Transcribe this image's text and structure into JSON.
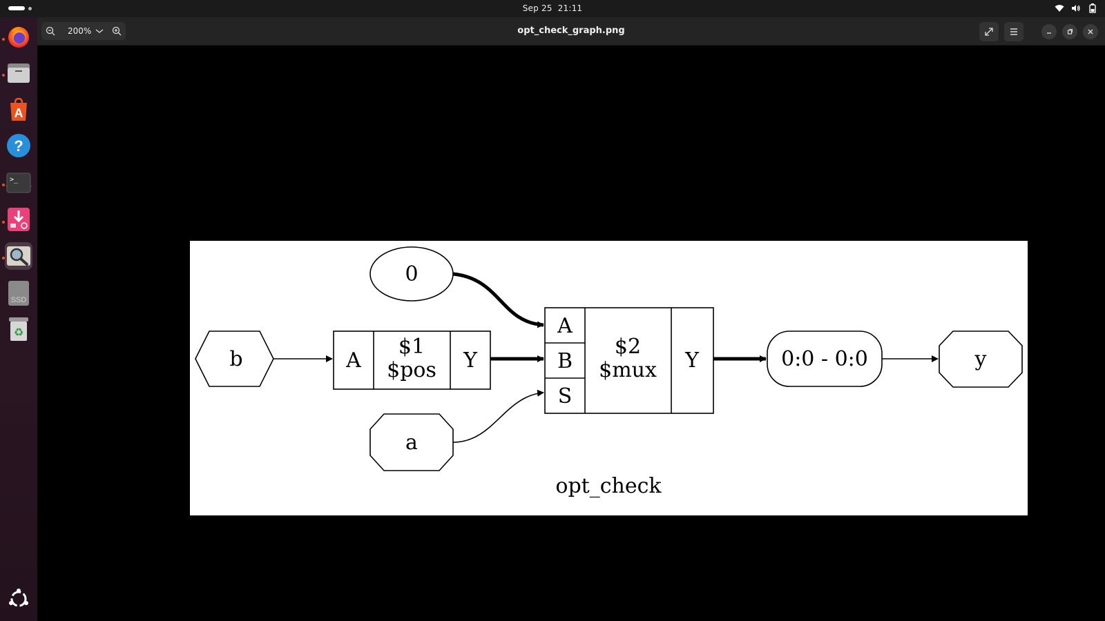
{
  "topbar": {
    "date": "Sep 25",
    "time": "21:11",
    "tray_icons": [
      "wifi-icon",
      "volume-icon",
      "battery-icon"
    ]
  },
  "dock": {
    "apps": [
      {
        "name": "Firefox",
        "icon": "firefox-icon",
        "running": true
      },
      {
        "name": "Files",
        "icon": "files-icon",
        "running": true
      },
      {
        "name": "App Center",
        "icon": "app-center-icon",
        "running": false
      },
      {
        "name": "Help",
        "icon": "help-icon",
        "running": false
      },
      {
        "name": "Terminal",
        "icon": "terminal-icon",
        "running": true
      },
      {
        "name": "Installer",
        "icon": "installer-icon",
        "running": true
      },
      {
        "name": "Image Viewer",
        "icon": "image-viewer-icon",
        "running": true,
        "active": true
      },
      {
        "name": "SSD",
        "icon": "drive-icon",
        "label": "SSD",
        "running": false
      },
      {
        "name": "Trash",
        "icon": "trash-icon",
        "running": false
      }
    ],
    "show_apps_icon": "ubuntu-logo-icon"
  },
  "viewer": {
    "zoom": "200%",
    "title": "opt_check_graph.png"
  },
  "graph": {
    "title": "opt_check",
    "nodes": {
      "const0": "0",
      "in_b": "b",
      "in_a": "a",
      "out_y": "y",
      "pos_port_a": "A",
      "pos_id": "$1",
      "pos_type": "$pos",
      "pos_port_y": "Y",
      "mux_port_a": "A",
      "mux_port_b": "B",
      "mux_port_s": "S",
      "mux_id": "$2",
      "mux_type": "$mux",
      "mux_port_y": "Y",
      "slice": "0:0 - 0:0"
    }
  }
}
